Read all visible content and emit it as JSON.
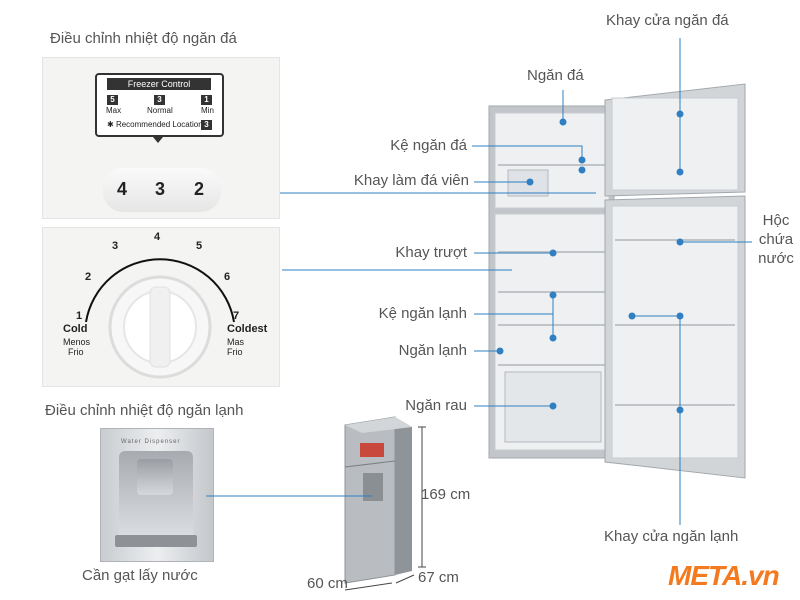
{
  "colors": {
    "leader_line": "#2f7fc1",
    "dot": "#2f7fc1",
    "logo": "#f47a20",
    "fridge_steel": "#b8bcc0"
  },
  "labels": {
    "freezer_control_title": "Điều chỉnh nhiệt độ ngăn đá",
    "fridge_control_title": "Điều chỉnh nhiệt độ ngăn lạnh",
    "water_lever": "Cần gạt lấy nước",
    "freezer_door_tray": "Khay cửa ngăn đá",
    "freezer": "Ngăn đá",
    "freezer_shelf": "Kệ ngăn đá",
    "ice_tray": "Khay làm đá viên",
    "water_box": "Hộc chứa nước",
    "sliding_tray": "Khay trượt",
    "fridge_shelf": "Kệ ngăn lạnh",
    "fridge": "Ngăn lạnh",
    "vegetable_drawer": "Ngăn rau",
    "fridge_door_tray": "Khay cửa ngăn lạnh"
  },
  "dimensions": {
    "height": "169 cm",
    "width": "60 cm",
    "depth": "67 cm"
  },
  "freezer_panel": {
    "title": "Freezer Control",
    "max_num": "5",
    "max": "Max",
    "normal_num": "3",
    "normal": "Normal",
    "min_num": "1",
    "min": "Min",
    "recommended": "Recommended Location",
    "recommended_num": "3",
    "dial": [
      "4",
      "3",
      "2"
    ]
  },
  "fridge_knob": {
    "numbers": [
      "1",
      "2",
      "3",
      "4",
      "5",
      "6",
      "7"
    ],
    "cold": "Cold",
    "cold_sub1": "Menos",
    "cold_sub2": "Frio",
    "coldest": "Coldest",
    "coldest_sub1": "Mas",
    "coldest_sub2": "Frio"
  },
  "dispenser_text": "Water Dispenser",
  "logo": "META.vn"
}
